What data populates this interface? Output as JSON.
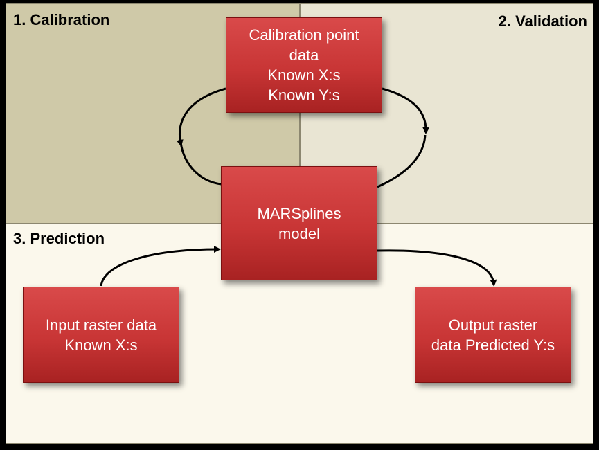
{
  "regions": {
    "calibration": "1. Calibration",
    "validation": "2. Validation",
    "prediction": "3. Prediction"
  },
  "boxes": {
    "calibration_data": [
      "Calibration point",
      "data",
      "Known X:s",
      "Known Y:s"
    ],
    "model": [
      "MARSplines",
      "model"
    ],
    "input_raster": [
      "Input raster data",
      "Known X:s"
    ],
    "output_raster": [
      "Output raster",
      "data Predicted Y:s"
    ]
  },
  "colors": {
    "box_fill": "#c83535",
    "calibration_bg": "#cfc9a8",
    "validation_bg": "#e9e5d3",
    "prediction_bg": "#fbf8ec",
    "frame": "#000000"
  }
}
